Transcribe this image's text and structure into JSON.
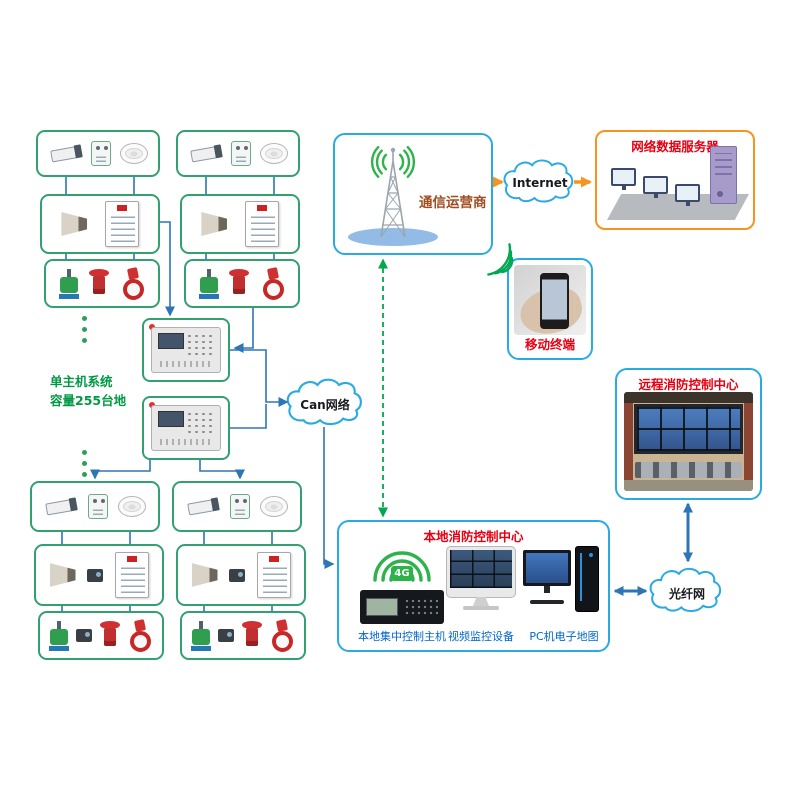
{
  "left_system": {
    "note_line1": "单主机系统",
    "note_line2": "容量255台地"
  },
  "clouds": {
    "can": "Can网络",
    "internet": "Internet",
    "fiber": "光纤网"
  },
  "operator": {
    "label": "通信运营商"
  },
  "data_server": {
    "title": "网络数据服务器"
  },
  "mobile_terminal": {
    "title": "移动终端"
  },
  "remote_center": {
    "title": "远程消防控制中心"
  },
  "local_center": {
    "title": "本地消防控制中心",
    "badge": "4G",
    "devices": {
      "host": "本地集中控制主机",
      "video": "视频监控设备",
      "pc": "PC机电子地图"
    }
  },
  "colors": {
    "green_border": "#33a06f",
    "cyan_border": "#29abe2",
    "orange_border": "#f7941d",
    "title_red": "#e60012",
    "label_blue": "#0066cc",
    "note_green": "#009944",
    "line_blue": "#2e75b6",
    "line_green": "#00a84f",
    "arrow_orange": "#f7941d"
  }
}
